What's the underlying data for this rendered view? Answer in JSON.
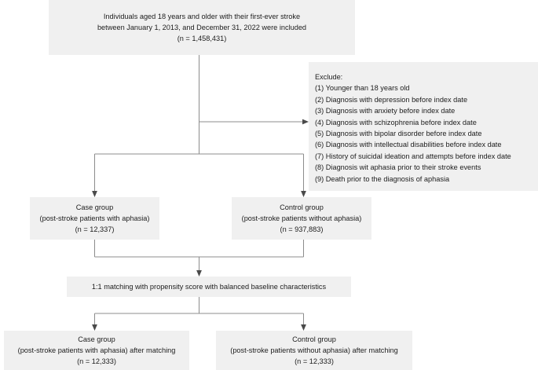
{
  "diagram": {
    "type": "flowchart",
    "title": "Study population selection flow diagram",
    "palette": {
      "node_fill": "#f0f0f0",
      "connector": "#8c8c8c",
      "arrowhead": "#4a4a4a",
      "text": "#1d1d1d",
      "background": "#ffffff"
    },
    "nodes": {
      "enrollment": {
        "name": "enrollment-box",
        "lines": [
          "Individuals aged 18 years and older with their first-ever stroke",
          "between January 1, 2013, and December 31, 2022 were included",
          "(n = 1,458,431)"
        ]
      },
      "exclusions": {
        "name": "exclusion-box",
        "lines": [
          "Exclude:",
          "(1) Younger than 18 years old",
          "(2) Diagnosis with depression before index date",
          "(3) Diagnosis with anxiety before index date",
          "(4) Diagnosis with schizophrenia before index date",
          "(5) Diagnosis with bipolar disorder before index date",
          "(6) Diagnosis with intellectual disabilities before index date",
          "(7) History of suicidal ideation and attempts before index date",
          "(8) Diagnosis wit aphasia prior to their stroke events",
          "(9) Death prior to the diagnosis of aphasia"
        ]
      },
      "case_group": {
        "name": "case-group-box",
        "lines": [
          "Case group",
          "(post-stroke patients with aphasia)",
          "(n = 12,337)"
        ]
      },
      "control_group": {
        "name": "control-group-box",
        "lines": [
          "Control group",
          "(post-stroke patients without aphasia)",
          "(n = 937,883)"
        ]
      },
      "matching": {
        "name": "matching-box",
        "lines": [
          "1:1 matching with propensity score with balanced baseline characteristics"
        ]
      },
      "case_group_matched": {
        "name": "case-group-matched-box",
        "lines": [
          "Case group",
          "(post-stroke patients with aphasia) after matching",
          "(n = 12,333)"
        ]
      },
      "control_group_matched": {
        "name": "control-group-matched-box",
        "lines": [
          "Control group",
          "(post-stroke patients without aphasia) after matching",
          "(n = 12,333)"
        ]
      }
    }
  }
}
